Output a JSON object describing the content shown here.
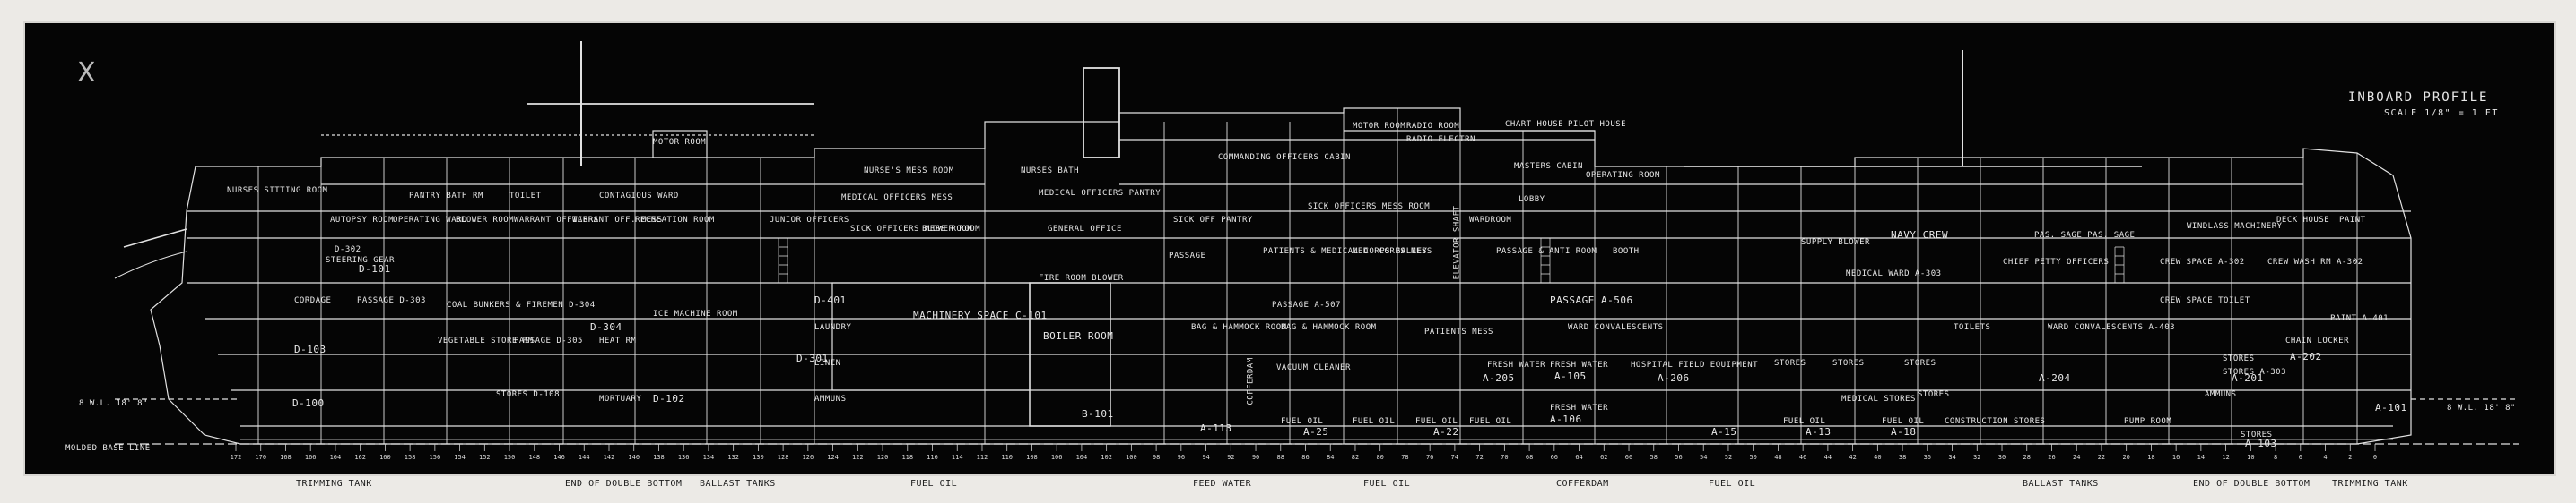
{
  "title": "INBOARD PROFILE",
  "scale": "SCALE 1/8\" = 1 FT",
  "corner_mark": "X",
  "waterlines": {
    "fwd": "8 W.L. 18' 8\"",
    "aft": "8 W.L. 18' 8\""
  },
  "base_line": "MOLDED BASE LINE",
  "spaces": {
    "motor_room_top": "MOTOR ROOM",
    "nurses_sitting": "NURSES SITTING ROOM",
    "pantry_bath": "PANTRY BATH RM",
    "toilet": "TOILET",
    "contagious_ward": "CONTAGIOUS WARD",
    "nurses_mess": "NURSE'S MESS ROOM",
    "medical_officers_mess": "MEDICAL OFFICERS MESS",
    "nurses_bath": "NURSES BATH",
    "medical_officers_pantry": "MEDICAL OFFICERS PANTRY",
    "commanding_officers_cabin": "COMMANDING OFFICERS CABIN",
    "motor_room_2": "MOTOR ROOM",
    "radio_room": "RADIO ROOM",
    "radio_electrn": "RADIO ELECTRN",
    "chart_house": "CHART HOUSE",
    "pilot_house": "PILOT HOUSE",
    "masters_cabin": "MASTERS CABIN",
    "operating_room": "OPERATING ROOM",
    "lobby": "LOBBY",
    "wardroom": "WARDROOM",
    "autopsy_room": "AUTOPSY ROOM",
    "operating_ward": "OPERATING WARD",
    "blower_room": "BLOWER ROOM",
    "warrant_officers": "WARRANT OFFICERS",
    "warrant_mess": "WARRANT OFF. MESS",
    "recreation_room": "RECREATION ROOM",
    "junior_officers": "JUNIOR OFFICERS",
    "sick_officers_mess": "SICK OFFICERS MESS ROOM",
    "blower_room_2": "BLOWER ROOM",
    "general_office": "GENERAL OFFICE",
    "fire_room_blower": "FIRE ROOM BLOWER",
    "sick_officers_pantry": "SICK OFF PANTRY",
    "sick_officers_mess_room": "SICK OFFICERS MESS ROOM",
    "patients_medical_corps_galley": "PATIENTS & MEDICAL CORPS GALLEY",
    "medical_corps_mess": "MED. CORPS MESS",
    "passage": "PASSAGE",
    "antiroom": "PASSAGE & ANTI ROOM",
    "booth": "BOOTH",
    "elevator_shaft": "ELEVATOR SHAFT",
    "passage_a506": "PASSAGE A-506",
    "passage_a507": "PASSAGE A-507",
    "navy_crew": "NAVY CREW",
    "passage_aft": "PAS. SAGE PAS. SAGE",
    "windlass_machinery": "WINDLASS MACHINERY",
    "deck_house": "DECK HOUSE",
    "paint": "PAINT",
    "supply_blower": "SUPPLY BLOWER",
    "medical_ward": "MEDICAL WARD A-303",
    "chief_petty_officers": "CHIEF PETTY OFFICERS",
    "crew_space_a302": "CREW SPACE A-302",
    "crew_wash_room": "CREW WASH RM A-302",
    "crew_space_toilet": "CREW SPACE TOILET",
    "steering_gear": "STEERING GEAR",
    "d302": "D-302",
    "cordage": "CORDAGE",
    "passage_d303": "PASSAGE D-303",
    "coal_bunkers": "COAL BUNKERS & FIREMEN D-304",
    "vegetable_store": "VEGETABLE STORE RM",
    "passage_d305": "PASSAGE D-305",
    "heat_rm": "HEAT RM",
    "ice_machine": "ICE MACHINE ROOM",
    "machinery_space": "MACHINERY SPACE C-101",
    "boiler_room": "BOILER ROOM",
    "linen": "LINEN",
    "laundry": "LAUNDRY",
    "bag_hammock_1": "BAG & HAMMOCK ROOM",
    "bag_hammock_2": "BAG & HAMMOCK ROOM",
    "vacuum_cleaner": "VACUUM CLEANER",
    "patients_mess": "PATIENTS MESS",
    "ward_convalescents": "WARD CONVALESCENTS",
    "hospital_field_equipment": "HOSPITAL FIELD EQUIPMENT",
    "fresh_water_1": "FRESH WATER",
    "fresh_water_2": "FRESH WATER",
    "fresh_water_3": "FRESH WATER",
    "stores_1": "STORES",
    "stores_2": "STORES",
    "stores_3": "STORES",
    "stores_4": "STORES",
    "stores_5": "STORES",
    "stores_6": "STORES",
    "stores_d108": "STORES D-108",
    "mortuary": "MORTUARY",
    "ammunition_a": "AMMUNS",
    "ammunition_b": "AMMUNS",
    "medical_stores": "MEDICAL STORES",
    "toilets": "TOILETS",
    "ward_convalescents_2": "WARD CONVALESCENTS A-403",
    "paint_a401": "PAINT A-401",
    "chain_locker": "CHAIN LOCKER",
    "stores_a303": "STORES A-303",
    "fuel_oil_1": "FUEL OIL",
    "fuel_oil_2": "FUEL OIL",
    "fuel_oil_3": "FUEL OIL",
    "fuel_oil_4": "FUEL OIL",
    "fuel_oil_5": "FUEL OIL",
    "fuel_oil_6": "FUEL OIL",
    "construction_stores": "CONSTRUCTION STORES",
    "pump_room": "PUMP ROOM",
    "cofferdam": "COFFERDAM",
    "a113": "A-113",
    "a25": "A-25",
    "a22": "A-22",
    "a18": "A-18",
    "a15": "A-15",
    "a13": "A-13",
    "a103": "A-103",
    "a101": "A-101",
    "a106": "A-106",
    "a105": "A-105",
    "a205": "A-205",
    "a206": "A-206",
    "a204": "A-204",
    "a202": "A-202",
    "a201": "A-201",
    "d101": "D-101",
    "d102": "D-102",
    "d103": "D-103",
    "d100": "D-100",
    "d401": "D-401",
    "d301": "D-301",
    "b101": "B-101",
    "d304": "D-304"
  },
  "under_labels": {
    "trimming_fwd": "TRIMMING TANK",
    "end_double_bottom_1": "END OF DOUBLE BOTTOM",
    "ballast_fwd": "BALLAST TANKS",
    "fuel_oil_a": "FUEL OIL",
    "feed_water": "FEED WATER",
    "fuel_oil_b": "FUEL OIL",
    "cofferdam": "COFFERDAM",
    "fuel_oil_c": "FUEL OIL",
    "ballast_aft": "BALLAST TANKS",
    "end_double_bottom_2": "END OF DOUBLE BOTTOM",
    "trimming_aft": "TRIMMING TANK"
  },
  "frame_numbers": [
    "172",
    "170",
    "168",
    "166",
    "164",
    "162",
    "160",
    "158",
    "156",
    "154",
    "152",
    "150",
    "148",
    "146",
    "144",
    "142",
    "140",
    "138",
    "136",
    "134",
    "132",
    "130",
    "128",
    "126",
    "124",
    "122",
    "120",
    "118",
    "116",
    "114",
    "112",
    "110",
    "108",
    "106",
    "104",
    "102",
    "100",
    "98",
    "96",
    "94",
    "92",
    "90",
    "88",
    "86",
    "84",
    "82",
    "80",
    "78",
    "76",
    "74",
    "72",
    "70",
    "68",
    "66",
    "64",
    "62",
    "60",
    "58",
    "56",
    "54",
    "52",
    "50",
    "48",
    "46",
    "44",
    "42",
    "40",
    "38",
    "36",
    "34",
    "32",
    "30",
    "28",
    "26",
    "24",
    "22",
    "20",
    "18",
    "16",
    "14",
    "12",
    "10",
    "8",
    "6",
    "4",
    "2",
    "0"
  ],
  "colors": {
    "background": "#050505",
    "ink": "#e6e6e6",
    "paper": "#eceae6"
  }
}
